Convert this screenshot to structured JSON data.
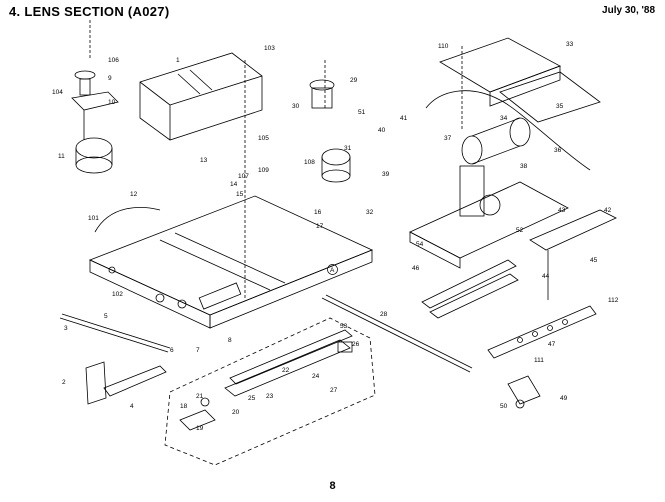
{
  "header": {
    "title": "4. LENS SECTION (A027)",
    "date": "July 30, '88"
  },
  "page_number": "8",
  "callouts": [
    "1",
    "2",
    "3",
    "4",
    "5",
    "6",
    "7",
    "8",
    "9",
    "10",
    "11",
    "12",
    "13",
    "14",
    "15",
    "16",
    "17",
    "18",
    "19",
    "20",
    "21",
    "22",
    "23",
    "24",
    "25",
    "26",
    "27",
    "28",
    "29",
    "30",
    "31",
    "32",
    "33",
    "34",
    "35",
    "36",
    "37",
    "38",
    "39",
    "40",
    "41",
    "42",
    "43",
    "44",
    "45",
    "46",
    "47",
    "49",
    "50",
    "51",
    "52",
    "53",
    "54",
    "101",
    "102",
    "103",
    "104",
    "105",
    "106",
    "107",
    "108",
    "109",
    "110",
    "111",
    "112",
    "A"
  ],
  "colors": {
    "ink": "#000000",
    "paper": "#ffffff"
  }
}
